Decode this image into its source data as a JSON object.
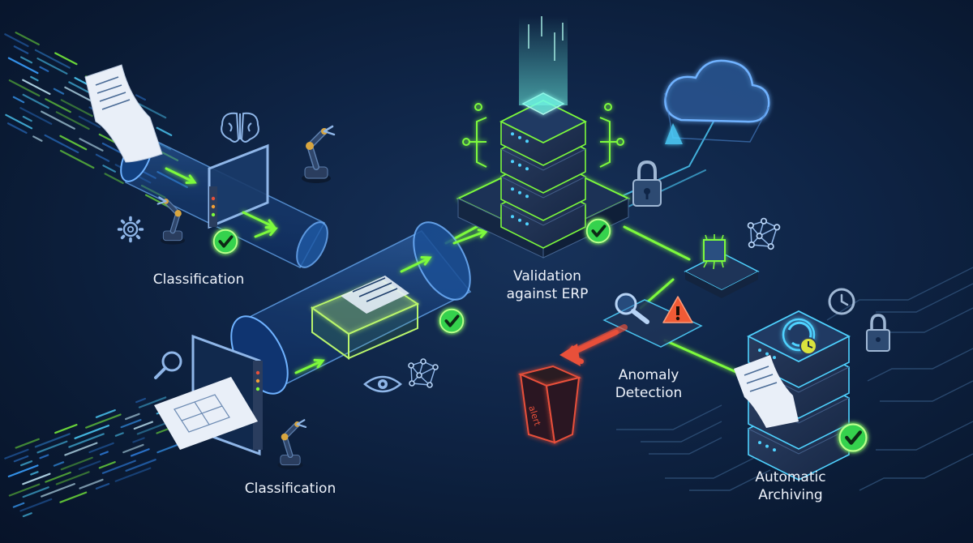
{
  "labels": {
    "classification_top": "Classification",
    "classification_bottom": "Classification",
    "validation_line1": "Validation",
    "validation_line2": "against ERP",
    "anomaly_line1": "Anomaly",
    "anomaly_line2": "Detection",
    "archiving_line1": "Automatic",
    "archiving_line2": "Archiving",
    "bin_text": "alert"
  },
  "colors": {
    "background": "#0f2547",
    "accent_green": "#7dfa3c",
    "accent_cyan": "#4fd2ff",
    "check_fill": "#2fd14a",
    "alert_red": "#e8503a",
    "warning_orange": "#f05a35"
  }
}
